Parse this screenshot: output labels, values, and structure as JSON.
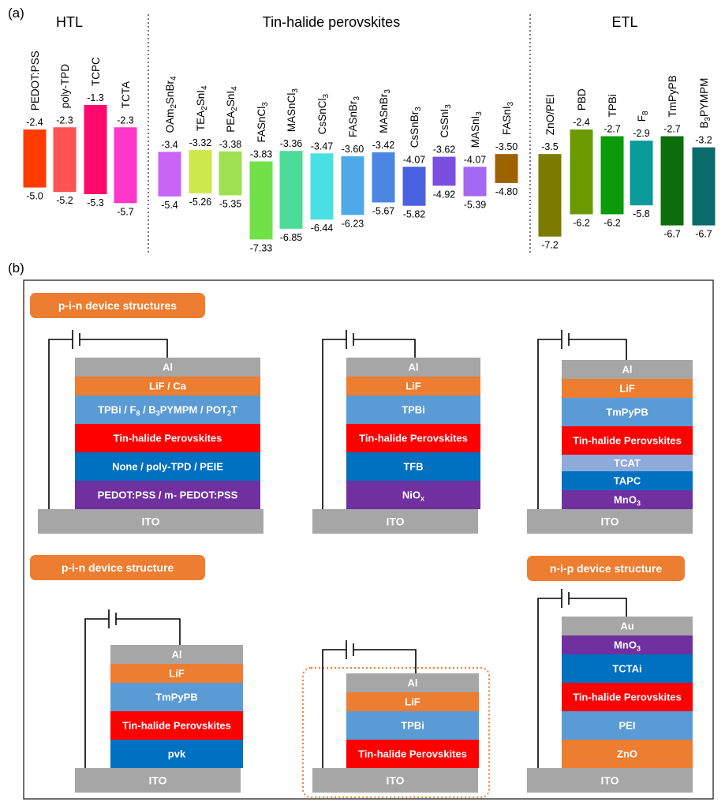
{
  "panel_a": {
    "label": "(a)",
    "groups": [
      {
        "title": "HTL",
        "materials": [
          {
            "name": "PEDOT:PSS",
            "top": -2.4,
            "bottom": -5.0,
            "top_label": "-2.4",
            "bottom_label": "-5.0",
            "color": "#ff3b00"
          },
          {
            "name": "poly-TPD",
            "top": -2.3,
            "bottom": -5.2,
            "top_label": "-2.3",
            "bottom_label": "-5.2",
            "color": "#ff5252"
          },
          {
            "name": "TCPC",
            "top": -1.3,
            "bottom": -5.3,
            "top_label": "-1.3",
            "bottom_label": "-5.3",
            "color": "#ff0a6c"
          },
          {
            "name": "TCTA",
            "top": -2.3,
            "bottom": -5.7,
            "top_label": "-2.3",
            "bottom_label": "-5.7",
            "color": "#ff36c9"
          }
        ]
      },
      {
        "title": "Tin-halide perovskites",
        "materials": [
          {
            "name": "OAm2SnBr4",
            "top": -3.4,
            "bottom": -5.4,
            "top_label": "-3.4",
            "bottom_label": "-5.4",
            "color": "#c964f7"
          },
          {
            "name": "TEA2SnI4",
            "top": -3.32,
            "bottom": -5.26,
            "top_label": "-3.32",
            "bottom_label": "-5.26",
            "color": "#cde84b"
          },
          {
            "name": "PEA2SnI4",
            "top": -3.38,
            "bottom": -5.35,
            "top_label": "-3.38",
            "bottom_label": "-5.35",
            "color": "#9fe052"
          },
          {
            "name": "FASnCl3",
            "top": -3.83,
            "bottom": -7.33,
            "top_label": "-3.83",
            "bottom_label": "-7.33",
            "color": "#72e048"
          },
          {
            "name": "MASnCl3",
            "top": -3.36,
            "bottom": -6.85,
            "top_label": "-3.36",
            "bottom_label": "-6.85",
            "color": "#4ddc97"
          },
          {
            "name": "CsSnCl3",
            "top": -3.47,
            "bottom": -6.44,
            "top_label": "-3.47",
            "bottom_label": "-6.44",
            "color": "#4ae0e3"
          },
          {
            "name": "FASnBr3",
            "top": -3.6,
            "bottom": -6.23,
            "top_label": "-3.60",
            "bottom_label": "-6.23",
            "color": "#4fa8e8"
          },
          {
            "name": "MASnBr3",
            "top": -3.42,
            "bottom": -5.67,
            "top_label": "-3.42",
            "bottom_label": "-5.67",
            "color": "#4b86e2"
          },
          {
            "name": "CsSnBr3",
            "top": -4.07,
            "bottom": -5.82,
            "top_label": "-4.07",
            "bottom_label": "-5.82",
            "color": "#4a62e0"
          },
          {
            "name": "CsSnI3",
            "top": -3.62,
            "bottom": -4.92,
            "top_label": "-3.62",
            "bottom_label": "-4.92",
            "color": "#7a4fe0"
          },
          {
            "name": "MASnI3",
            "top": -4.07,
            "bottom": -5.39,
            "top_label": "-4.07",
            "bottom_label": "-5.39",
            "color": "#a468f2"
          },
          {
            "name": "FASnI3",
            "top": -3.5,
            "bottom": -4.8,
            "top_label": "-3.50",
            "bottom_label": "-4.80",
            "color": "#9c6200"
          }
        ]
      },
      {
        "title": "ETL",
        "materials": [
          {
            "name": "ZnO/PEI",
            "top": -3.5,
            "bottom": -7.2,
            "top_label": "-3.5",
            "bottom_label": "-7.2",
            "color": "#7d7a00"
          },
          {
            "name": "PBD",
            "top": -2.4,
            "bottom": -6.2,
            "top_label": "-2.4",
            "bottom_label": "-6.2",
            "color": "#6b9a00"
          },
          {
            "name": "TPBi",
            "top": -2.7,
            "bottom": -6.2,
            "top_label": "-2.7",
            "bottom_label": "-6.2",
            "color": "#0a9a0a"
          },
          {
            "name": "F8",
            "top": -2.9,
            "bottom": -5.8,
            "top_label": "-2.9",
            "bottom_label": "-5.8",
            "color": "#0a9a9a"
          },
          {
            "name": "TmPyPB",
            "top": -2.7,
            "bottom": -6.7,
            "top_label": "-2.7",
            "bottom_label": "-6.7",
            "color": "#0b6e0b"
          },
          {
            "name": "B3PYMPM",
            "top": -3.2,
            "bottom": -6.7,
            "top_label": "-3.2",
            "bottom_label": "-6.7",
            "color": "#0a6b6b"
          }
        ]
      }
    ]
  },
  "panel_b": {
    "label": "(b)",
    "badges": {
      "pin_plural": "p-i-n device structures",
      "pin_single": "p-i-n device structure",
      "nip": "n-i-p device structure"
    },
    "ito": "ITO",
    "devices": [
      {
        "highlighted": false,
        "layers": [
          {
            "text": "Al",
            "color": "#a6a6a6"
          },
          {
            "text": "LiF / Ca",
            "color": "#ed7d31"
          },
          {
            "text": "TPBi / F8 / B3PYMPM / POT2T",
            "color": "#5b9bd5"
          },
          {
            "text": "Tin-halide Perovskites",
            "color": "#ff0000"
          },
          {
            "text": "None / poly-TPD / PEIE",
            "color": "#0070c0"
          },
          {
            "text": "PEDOT:PSS / m- PEDOT:PSS",
            "color": "#7030a0"
          }
        ]
      },
      {
        "highlighted": false,
        "layers": [
          {
            "text": "Al",
            "color": "#a6a6a6"
          },
          {
            "text": "LiF",
            "color": "#ed7d31"
          },
          {
            "text": "TPBi",
            "color": "#5b9bd5"
          },
          {
            "text": "Tin-halide Perovskites",
            "color": "#ff0000"
          },
          {
            "text": "TFB",
            "color": "#0070c0"
          },
          {
            "text": "NiOx",
            "color": "#7030a0"
          }
        ]
      },
      {
        "highlighted": false,
        "layers": [
          {
            "text": "Al",
            "color": "#a6a6a6"
          },
          {
            "text": "LiF",
            "color": "#ed7d31"
          },
          {
            "text": "TmPyPB",
            "color": "#5b9bd5"
          },
          {
            "text": "Tin-halide Perovskites",
            "color": "#ff0000"
          },
          {
            "text": "TCAT",
            "color": "#8eaadb"
          },
          {
            "text": "TAPC",
            "color": "#0070c0"
          },
          {
            "text": "MnO3",
            "color": "#7030a0"
          }
        ]
      },
      {
        "highlighted": false,
        "layers": [
          {
            "text": "Al",
            "color": "#a6a6a6"
          },
          {
            "text": "LiF",
            "color": "#ed7d31"
          },
          {
            "text": "TmPyPB",
            "color": "#5b9bd5"
          },
          {
            "text": "Tin-halide Perovskites",
            "color": "#ff0000"
          },
          {
            "text": "pvk",
            "color": "#0070c0"
          }
        ]
      },
      {
        "highlighted": true,
        "layers": [
          {
            "text": "Al",
            "color": "#a6a6a6"
          },
          {
            "text": "LiF",
            "color": "#ed7d31"
          },
          {
            "text": "TPBi",
            "color": "#5b9bd5"
          },
          {
            "text": "Tin-halide Perovskites",
            "color": "#ff0000"
          }
        ]
      },
      {
        "highlighted": false,
        "layers": [
          {
            "text": "Au",
            "color": "#a6a6a6"
          },
          {
            "text": "MnO3",
            "color": "#7030a0"
          },
          {
            "text": "TCTAi",
            "color": "#0070c0"
          },
          {
            "text": "Tin-halide Perovskites",
            "color": "#ff0000"
          },
          {
            "text": "PEI",
            "color": "#5b9bd5"
          },
          {
            "text": "ZnO",
            "color": "#ed7d31"
          }
        ]
      }
    ]
  }
}
